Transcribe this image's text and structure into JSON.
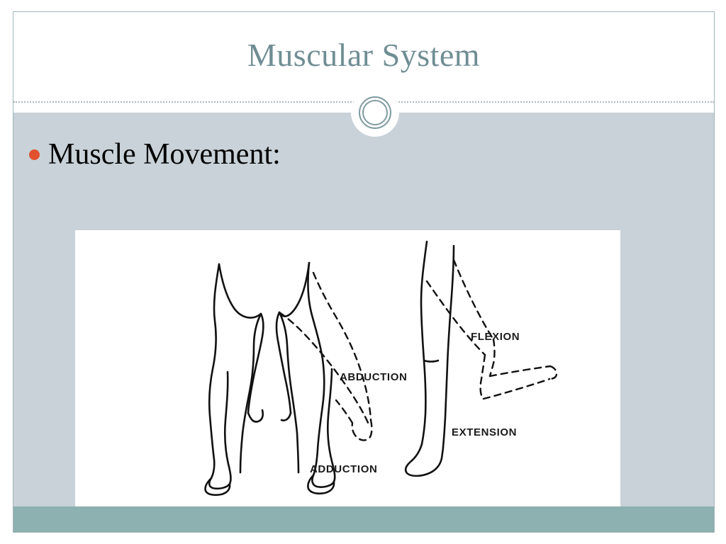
{
  "slide": {
    "title": "Muscular System",
    "theme": {
      "title_color": "#6f8e93",
      "body_background": "#c8d2d8",
      "footer_band_color": "#8db0b0",
      "bullet_color": "#e2512e",
      "border_color": "#9fb6b8",
      "divider_color": "#aab9c2",
      "ornament_ring_color": "#7f9ba1"
    },
    "bullets": [
      {
        "text": "Muscle Movement:"
      }
    ],
    "figure": {
      "alt": "Line drawings of leg movements",
      "labels": [
        {
          "id": "abduction",
          "text": "ABDUCTION"
        },
        {
          "id": "adduction",
          "text": "ADDUCTION"
        },
        {
          "id": "flexion",
          "text": "FLEXION"
        },
        {
          "id": "extension",
          "text": "EXTENSION"
        }
      ]
    },
    "ornament": {
      "icon": "double-circle-ornament"
    }
  }
}
